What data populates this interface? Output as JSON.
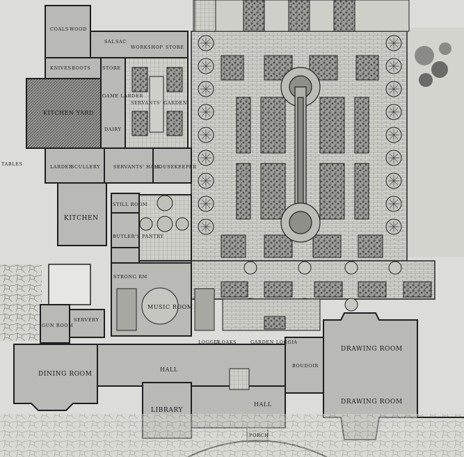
{
  "plan": {
    "labels": {
      "coals": "COALS",
      "wood": "WOOD",
      "sal": "SAL",
      "sac": "SAC",
      "workshop": "WORKSHOP",
      "store": "STORE",
      "knives": "KNIVES",
      "boots": "BOOTS",
      "store2": "STORE",
      "game_larder": "GAME LARDER",
      "servants_garden": "SERVANTS' GARDEN",
      "kitchen_yard": "KITCHEN YARD",
      "dairy": "DAIRY",
      "stables": "TABLES",
      "larder": "LARDER",
      "scullery": "SCULLERY",
      "servants_hall": "SERVANTS' HALL",
      "housekeeper": "HOUSEKEEPER",
      "kitchen": "KITCHEN",
      "still_room": "STILL ROOM",
      "butlers_pantry": "BUTLER'S PANTRY",
      "strong_rm": "STRONG RM",
      "music_room": "MUSIC ROOM",
      "gun_room": "GUN ROOM",
      "servery": "SERVERY",
      "dining_room": "DINING ROOM",
      "hall": "HALL",
      "loggia": "LOGGIA",
      "cloaks": "CLOAKS",
      "garden_loggia": "GARDEN LOGGIA",
      "boudoir": "BOUDOIR",
      "drawing_room_upper": "DRAWING ROOM",
      "drawing_room_lower": "DRAWING ROOM",
      "library": "LIBRARY",
      "hall2": "HALL",
      "porch": "PORCH"
    }
  },
  "colors": {
    "paper": "#dcdcd8",
    "room_fill": "#b9b9b5",
    "wall": "#1e1e1e",
    "garden_bed": "#8a8a86",
    "path": "#cfcfca",
    "hatch": "#555555"
  }
}
